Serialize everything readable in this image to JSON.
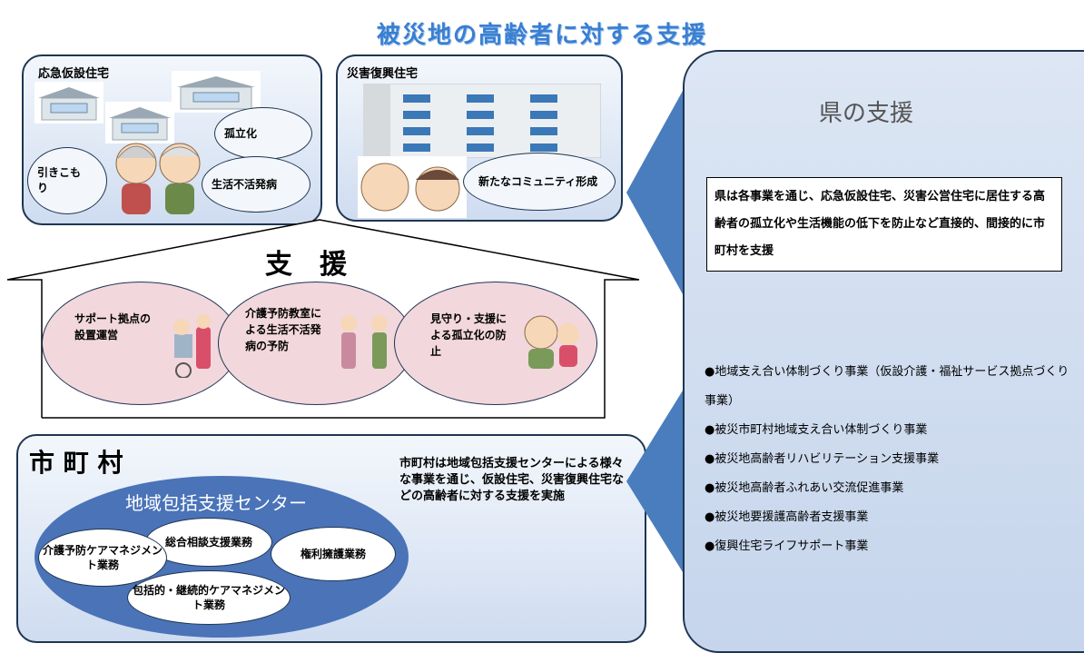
{
  "title": "被災地の高齢者に対する支援",
  "temp_housing": {
    "label": "応急仮設住宅",
    "clouds": [
      "孤立化",
      "引きこもり",
      "生活不活発病"
    ]
  },
  "recovery_housing": {
    "label": "災害復興住宅",
    "cloud": "新たなコミュニティ形成"
  },
  "support": {
    "heading": "支　援",
    "items": [
      "サポート拠点の設置運営",
      "介護予防教室による生活不活発病の予防",
      "見守り・支援による孤立化の防止"
    ]
  },
  "municipality": {
    "heading": "市 町 村",
    "center_title": "地域包括支援センター",
    "services": [
      "総合相談支援業務",
      "介護予防ケアマネジメント業務",
      "権利擁護業務",
      "包括的・継続的ケアマネジメント業務"
    ],
    "description": "市町村は地域包括支援センターによる様々な事業を通じ、仮設住宅、災害復興住宅などの高齢者に対する支援を実施"
  },
  "prefecture": {
    "heading": "県の支援",
    "summary": "県は各事業を通じ、応急仮設住宅、災害公営住宅に居住する高齢者の孤立化や生活機能の低下を防止など直接的、間接的に市町村を支援",
    "projects": [
      "●地域支え合い体制づくり事業（仮設介護・福祉サービス拠点づくり事業）",
      "●被災市町村地域支え合い体制づくり事業",
      "●被災地高齢者リハビリテーション支援事業",
      "●被災地高齢者ふれあい交流促進事業",
      "●被災地要援護高齢者支援事業",
      "●復興住宅ライフサポート事業"
    ]
  },
  "colors": {
    "accent": "#3a7fd0",
    "arrow": "#4a7dbd",
    "pink": "#f2d7dc",
    "navy": "#1f3552"
  }
}
